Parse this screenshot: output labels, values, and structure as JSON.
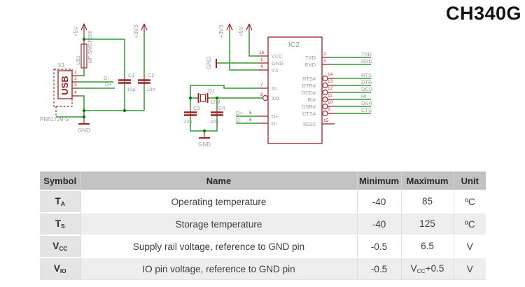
{
  "header": {
    "title": "CH340G"
  },
  "colors": {
    "title": "#121212",
    "red": "#9b2323",
    "red2": "#a13d3d",
    "wire": "#2f9b2f",
    "junc": "#0f7a0f",
    "gray": "#9a9a9a",
    "thbg": "#c2c2c2",
    "thtx": "#2b2b2b",
    "tdtx": "#3c3c3c",
    "symbg": "#e4e4e4",
    "altbg": "#eeeeee"
  },
  "schematic": {
    "power": {
      "p5v": "+5V",
      "p3v3": "+3V3",
      "gnd": "GND"
    },
    "usb": {
      "ref": "X1",
      "part": "PN61729-S",
      "label": "USB",
      "pins": [
        "1",
        "2",
        "3",
        "4"
      ]
    },
    "fuse": {
      "ref": "U$1",
      "value": "MF-SMDF050"
    },
    "caps": {
      "c1": {
        "name": "C1",
        "value": "10µ"
      },
      "c2": {
        "name": "C2",
        "value": "10n"
      },
      "c3": {
        "name": "C3",
        "value": "22p"
      },
      "c4": {
        "name": "C4",
        "value": "22p"
      }
    },
    "crystal": {
      "name": "Q1",
      "value": "12M"
    },
    "nets": {
      "dplus": "D+",
      "dminus": "D-",
      "txd": "TXD",
      "rxd": "RXD",
      "rts": "RTS",
      "dtr": "DTR",
      "dcd": "DCD",
      "ri": "RI",
      "dsr": "DSR",
      "cts": "CTS"
    },
    "ic": {
      "name": "IC2",
      "left_pins": [
        {
          "num": "16",
          "name": "VCC"
        },
        {
          "num": "1",
          "name": "GND"
        },
        {
          "num": "4",
          "name": "V3"
        },
        {
          "num": "7",
          "name": "XI"
        },
        {
          "num": "8",
          "name": "XO"
        },
        {
          "num": "5",
          "name": "D+"
        },
        {
          "num": "6",
          "name": "D-"
        }
      ],
      "right_pins": [
        {
          "num": "2",
          "name": "TXD"
        },
        {
          "num": "3",
          "name": "RXD"
        },
        {
          "num": "14",
          "name": "RTS#"
        },
        {
          "num": "13",
          "name": "DTR#"
        },
        {
          "num": "12",
          "name": "DCD#"
        },
        {
          "num": "11",
          "name": "RI#"
        },
        {
          "num": "10",
          "name": "DSR#"
        },
        {
          "num": "9",
          "name": "CTS#"
        },
        {
          "num": "15",
          "name": "R232"
        }
      ]
    }
  },
  "table": {
    "headers": [
      "Symbol",
      "Name",
      "Minimum",
      "Maximum",
      "Unit"
    ],
    "rows": [
      {
        "symbol": {
          "base": "T",
          "sub": "A"
        },
        "name": "Operating temperature",
        "min": "-40",
        "max": {
          "pre": "85",
          "sub": "",
          "post": ""
        },
        "unit": "ºC"
      },
      {
        "symbol": {
          "base": "T",
          "sub": "S"
        },
        "name": "Storage temperature",
        "min": "-40",
        "max": {
          "pre": "125",
          "sub": "",
          "post": ""
        },
        "unit": "ºC"
      },
      {
        "symbol": {
          "base": "V",
          "sub": "CC"
        },
        "name": "Supply rail voltage, reference to GND pin",
        "min": "-0.5",
        "max": {
          "pre": "6.5",
          "sub": "",
          "post": ""
        },
        "unit": "V"
      },
      {
        "symbol": {
          "base": "V",
          "sub": "IO"
        },
        "name": "IO pin voltage, reference to GND pin",
        "min": "-0.5",
        "max": {
          "pre": "V",
          "sub": "CC",
          "post": "+0.5"
        },
        "unit": "V"
      }
    ]
  }
}
